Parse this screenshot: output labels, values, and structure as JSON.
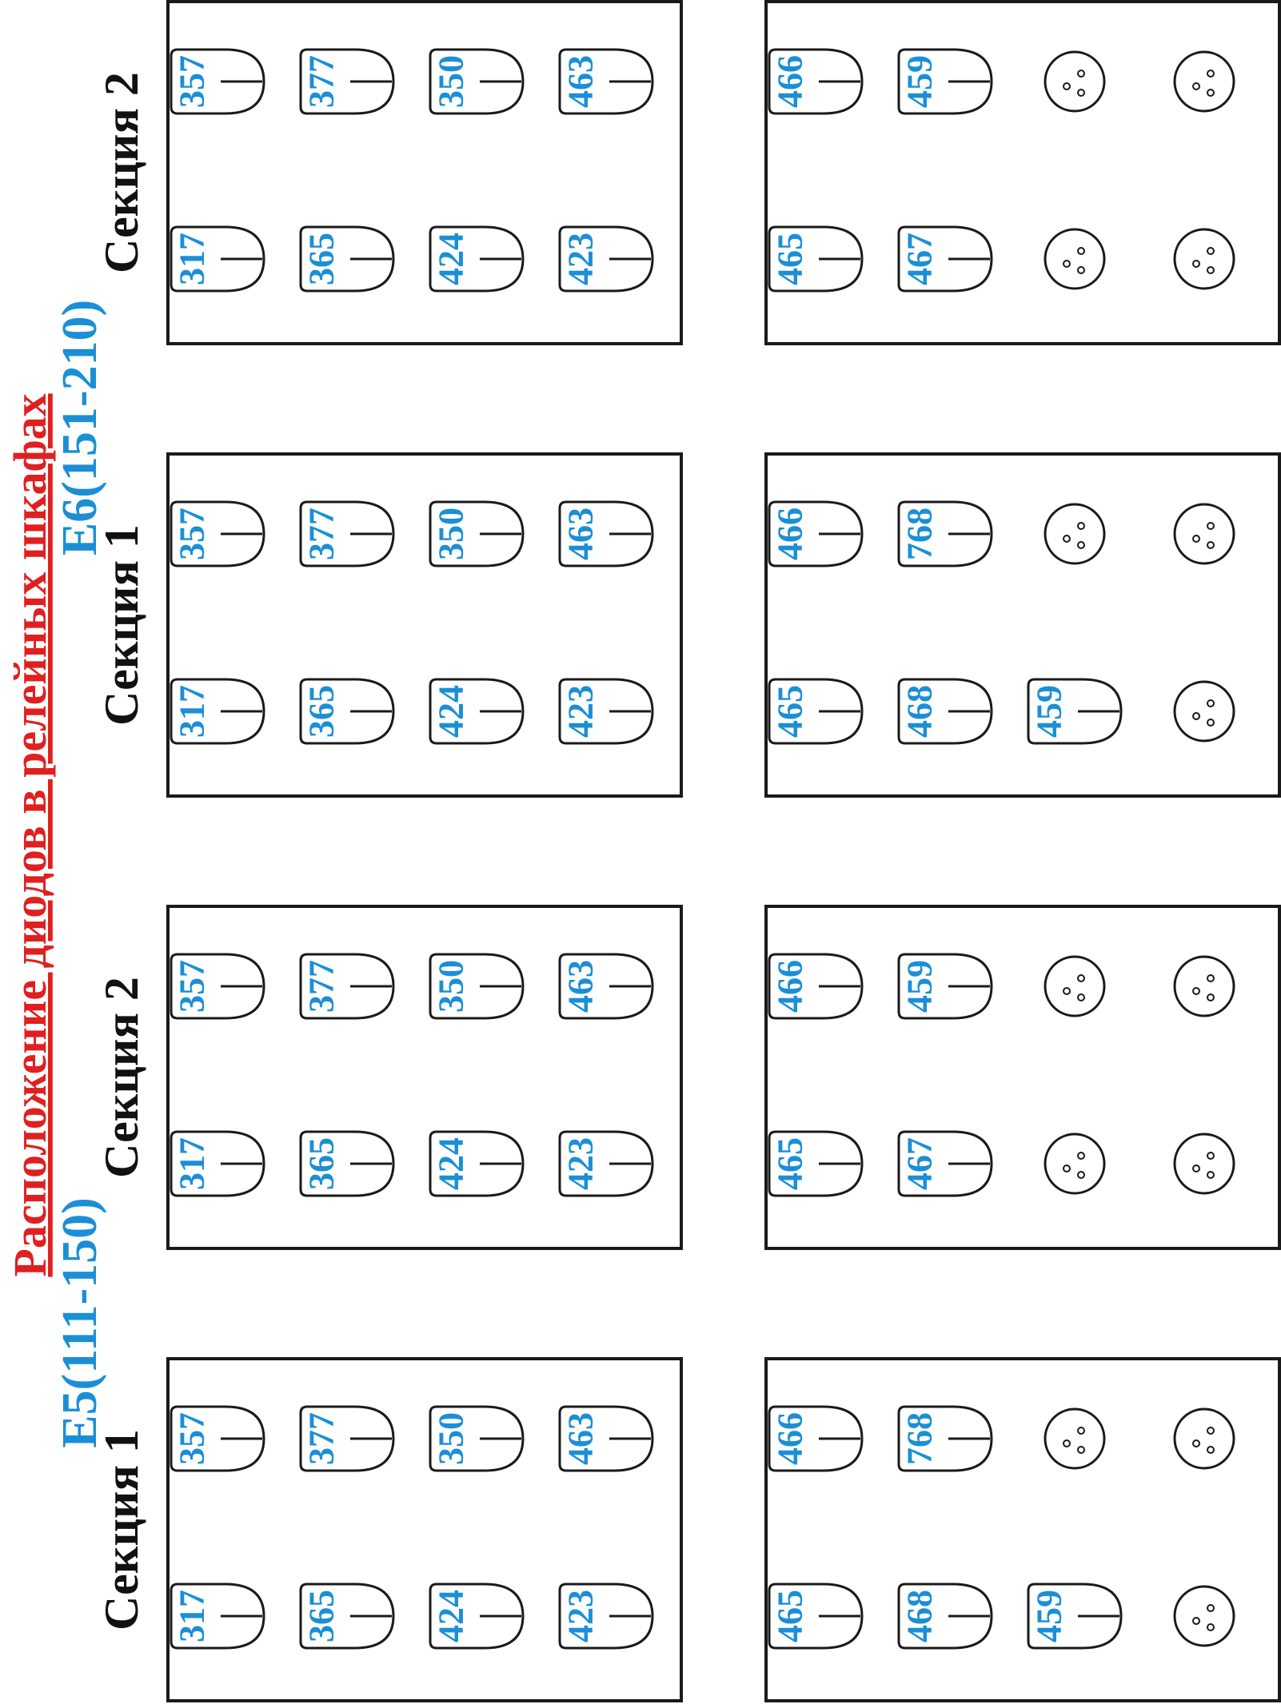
{
  "title": "Расположение диодов в релейных шкафах",
  "colors": {
    "title": "#e02020",
    "group": "#1b8fd6",
    "code": "#1b8fd6",
    "line": "#1a1a1a"
  },
  "groups": [
    {
      "label": "E5(111-150)",
      "sections": [
        {
          "label": "Секция 1",
          "top_panel": [
            [
              "317",
              "357"
            ],
            [
              "365",
              "377"
            ],
            [
              "424",
              "350"
            ],
            [
              "423",
              "463"
            ]
          ],
          "bottom_panel": [
            [
              "465",
              "466"
            ],
            [
              "468",
              "768"
            ],
            [
              "459",
              null
            ],
            [
              null,
              null
            ]
          ]
        },
        {
          "label": "Секция 2",
          "top_panel": [
            [
              "317",
              "357"
            ],
            [
              "365",
              "377"
            ],
            [
              "424",
              "350"
            ],
            [
              "423",
              "463"
            ]
          ],
          "bottom_panel": [
            [
              "465",
              "466"
            ],
            [
              "467",
              "459"
            ],
            [
              null,
              null
            ],
            [
              null,
              null
            ]
          ]
        }
      ]
    },
    {
      "label": "E6(151-210)",
      "sections": [
        {
          "label": "Секция 1",
          "top_panel": [
            [
              "317",
              "357"
            ],
            [
              "365",
              "377"
            ],
            [
              "424",
              "350"
            ],
            [
              "423",
              "463"
            ]
          ],
          "bottom_panel": [
            [
              "465",
              "466"
            ],
            [
              "468",
              "768"
            ],
            [
              "459",
              null
            ],
            [
              null,
              null
            ]
          ]
        },
        {
          "label": "Секция 2",
          "top_panel": [
            [
              "317",
              "357"
            ],
            [
              "365",
              "377"
            ],
            [
              "424",
              "350"
            ],
            [
              "423",
              "463"
            ]
          ],
          "bottom_panel": [
            [
              "465",
              "466"
            ],
            [
              "467",
              "459"
            ],
            [
              null,
              null
            ],
            [
              null,
              null
            ]
          ]
        }
      ]
    }
  ]
}
